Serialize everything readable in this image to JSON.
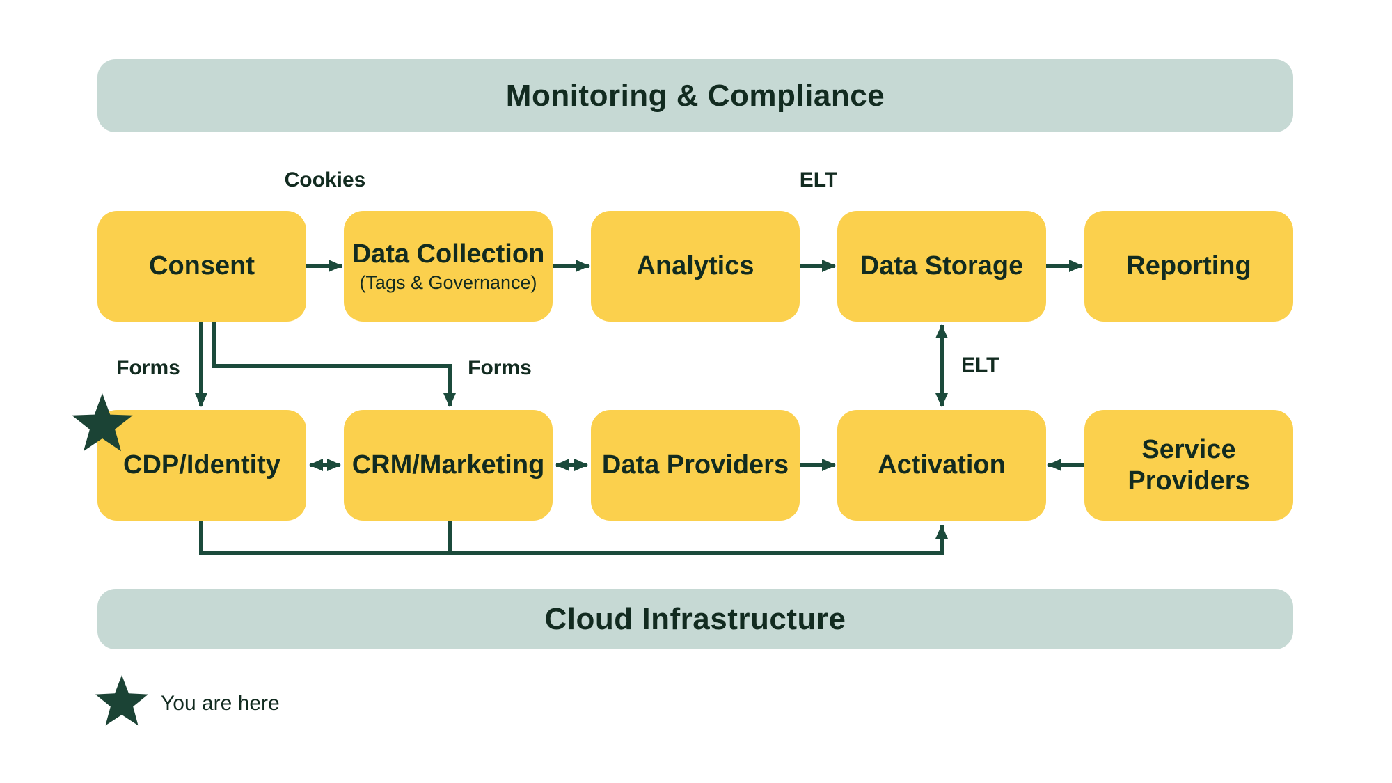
{
  "title_bars": {
    "top": "Monitoring & Compliance",
    "bottom": "Cloud Infrastructure"
  },
  "boxes": {
    "row1": [
      {
        "title": "Consent"
      },
      {
        "title": "Data Collection",
        "subtitle": "(Tags & Governance)"
      },
      {
        "title": "Analytics"
      },
      {
        "title": "Data Storage"
      },
      {
        "title": "Reporting"
      }
    ],
    "row2": [
      {
        "title": "CDP/Identity"
      },
      {
        "title": "CRM/Marketing"
      },
      {
        "title": "Data Providers"
      },
      {
        "title": "Activation"
      },
      {
        "title": "Service Providers"
      }
    ]
  },
  "edge_labels": {
    "cookies": "Cookies",
    "elt_top": "ELT",
    "forms_left": "Forms",
    "forms_right": "Forms",
    "elt_middle": "ELT"
  },
  "legend": {
    "label": "You are here"
  },
  "colors": {
    "box_fill": "#FBD04D",
    "bar_fill": "#C6D9D4",
    "ink": "#122B20",
    "connector": "#1B4A3B",
    "star": "#1B4335"
  }
}
